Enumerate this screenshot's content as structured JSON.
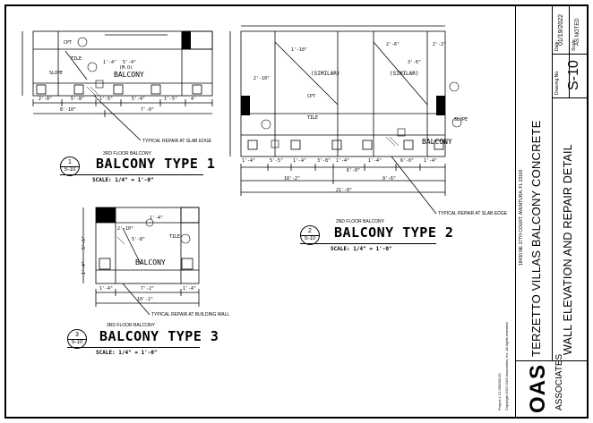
{
  "title_block": {
    "project_title": "TERZETTO VILLAS BALCONY CONCRETE",
    "address": "18430 NE 27TH COURT, AVENTURA, FL 33160",
    "sheet_title": "WALL ELEVATION AND REPAIR DETAIL",
    "date_label": "Date:",
    "date_value": "01/19/2022",
    "scale_label": "Scale:",
    "scale_value": "AS NOTED",
    "drawing_no_label": "Drawing No.",
    "drawing_no": "S-10",
    "firm_logo": "OAS",
    "firm_name": "ASSOCIATES",
    "project_no": "Project # 21-000000.00",
    "copyright": "Copyright 2022 OAS Associates, Inc. All rights reserved."
  },
  "details": [
    {
      "number": "1",
      "sheet": "S-10",
      "level": "3RD FLOOR BALCONY",
      "title": "BALCONY TYPE 1",
      "scale": "SCALE: 1/4\" = 1'-0\""
    },
    {
      "number": "2",
      "sheet": "S-10",
      "level": "2ND FLOOR BALCONY",
      "title": "BALCONY TYPE 2",
      "scale": "SCALE: 1/4\" = 1'-0\""
    },
    {
      "number": "3",
      "sheet": "S-10",
      "level": "3RD FLOOR BALCONY",
      "title": "BALCONY TYPE 3",
      "scale": "SCALE: 1/4\" = 1'-0\""
    }
  ],
  "notes": {
    "repair_slab_edge": "TYPICAL REPAIR AT SLAB EDGE",
    "repair_building_wall": "TYPICAL REPAIR AT BUILDING WALL",
    "balcony": "BALCONY",
    "tile": "TILE",
    "slope": "SLOPE",
    "cpt": "CPT",
    "similar": "(SIMILAR)"
  },
  "dims": {
    "d1_bottom": [
      "2'-0\"",
      "5'-8\"",
      "1'-5\"",
      "5'-4\"",
      "1'-5\"",
      "4'"
    ],
    "d1_total_a": "8'-10\"",
    "d1_total_b": "7'-0\"",
    "d1_top": [
      "1'-4\"",
      "5'-4\"",
      "(M.O)"
    ],
    "d2_bottom": [
      "1'-4\"",
      "5'-5\"",
      "1'-4\"",
      "3'-8\"",
      "1'-4\"",
      "6'-0\"",
      "1'-4\"",
      "6'-0\"",
      "1'-4\""
    ],
    "d2_mid": [
      "10'-2\"",
      "9'-6\""
    ],
    "d2_total": "21'-0\"",
    "d2_top": [
      "2'-10\"",
      "1'-10\"",
      "2'-6\"",
      "2'-2\"",
      "3'-6\""
    ],
    "d3_left": [
      "5'-6\"",
      "1'-4\""
    ],
    "d3_bottom": [
      "1'-4\"",
      "7'-2\"",
      "1'-4\""
    ],
    "d3_total": "10'-2\"",
    "d3_top": [
      "2'-10\"",
      "5'-8\"",
      "1'-4\""
    ]
  }
}
